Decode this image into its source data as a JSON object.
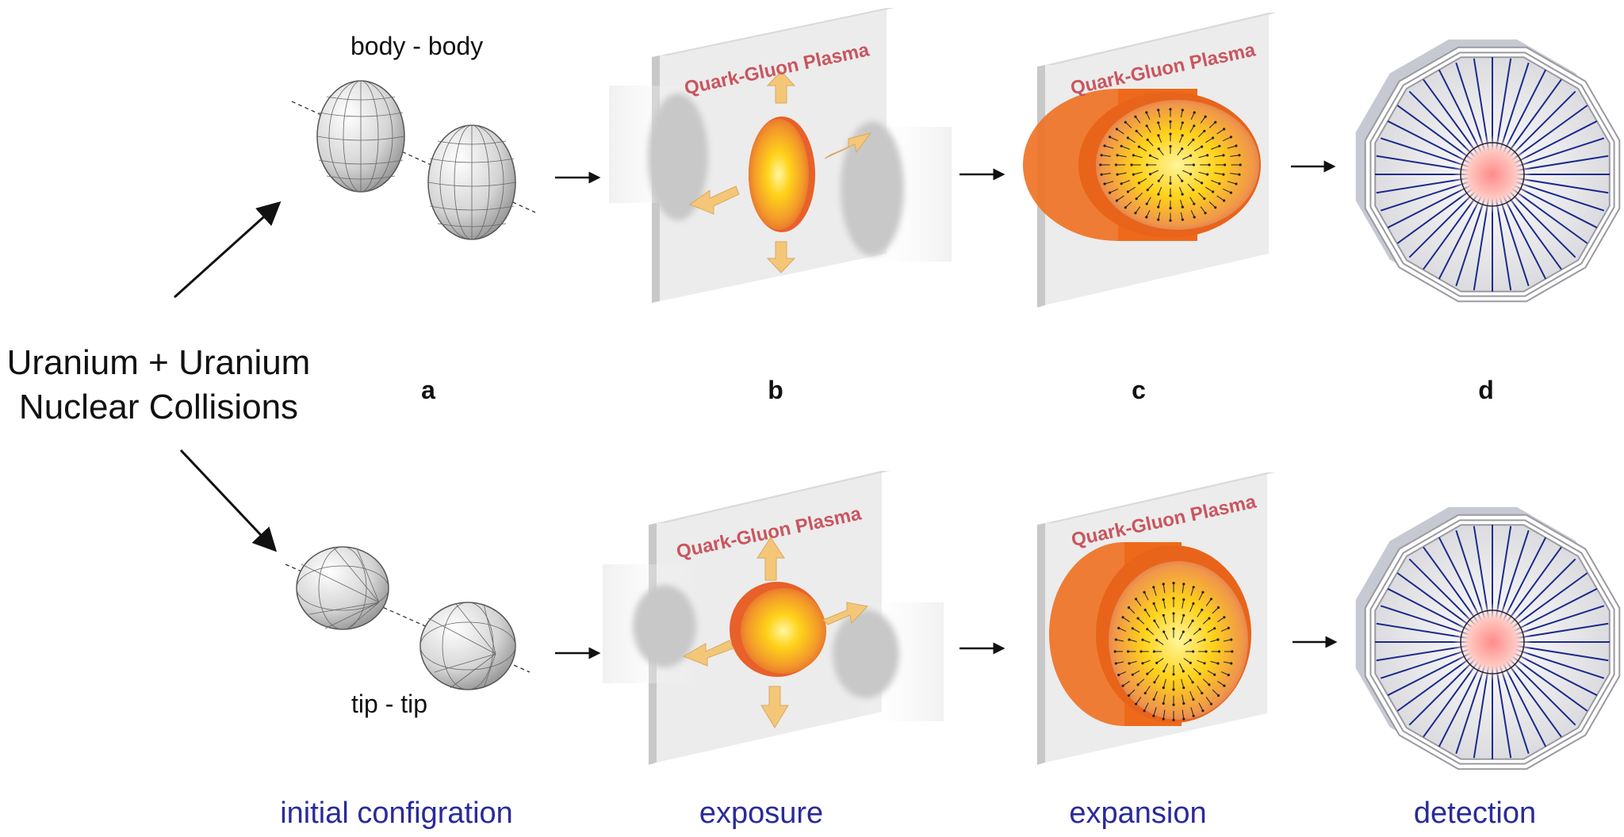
{
  "title_lines": [
    "Uranium + Uranium",
    "Nuclear Collisions"
  ],
  "configs": {
    "top": "body - body",
    "bottom": "tip - tip"
  },
  "panel_letters": [
    "a",
    "b",
    "c",
    "d"
  ],
  "plate_text": "Quark-Gluon Plasma",
  "stages": [
    "initial configration",
    "exposure",
    "expansion",
    "detection"
  ],
  "colors": {
    "stage_text": "#2a2a9a",
    "plate_text": "#c9555f",
    "plasma_outer": "#f07020",
    "plasma_core": "#ffe000",
    "arrow_block": "#f4c778",
    "detector_spokes": "#1c2a8a",
    "detector_core": "#ff8c8c"
  },
  "icons": [
    "nucleus-icon",
    "arrow-icon",
    "plasma-icon",
    "detector-icon"
  ]
}
